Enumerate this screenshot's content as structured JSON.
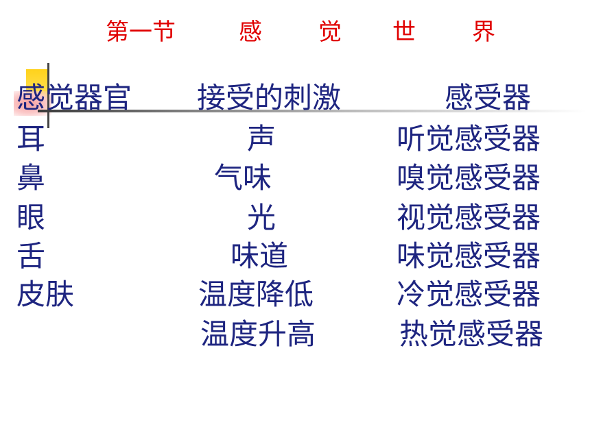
{
  "title": {
    "section": "第一节",
    "char1": "感",
    "char2": "觉",
    "char3": "世",
    "char4": "界"
  },
  "headers": {
    "organ": "感觉器官",
    "stimulus": "接受的刺激",
    "receptor": "感受器"
  },
  "rows": [
    {
      "organ": "耳",
      "stimulus": "声",
      "receptor": "听觉感受器"
    },
    {
      "organ": "鼻",
      "stimulus": "气味",
      "receptor": "嗅觉感受器"
    },
    {
      "organ": "眼",
      "stimulus": "光",
      "receptor": "视觉感受器"
    },
    {
      "organ": "舌",
      "stimulus": "味道",
      "receptor": "味觉感受器"
    },
    {
      "organ": "皮肤",
      "stimulus": "温度降低",
      "receptor": "冷觉感受器"
    },
    {
      "organ": "",
      "stimulus": "温度升高",
      "receptor": "热觉感受器"
    }
  ]
}
